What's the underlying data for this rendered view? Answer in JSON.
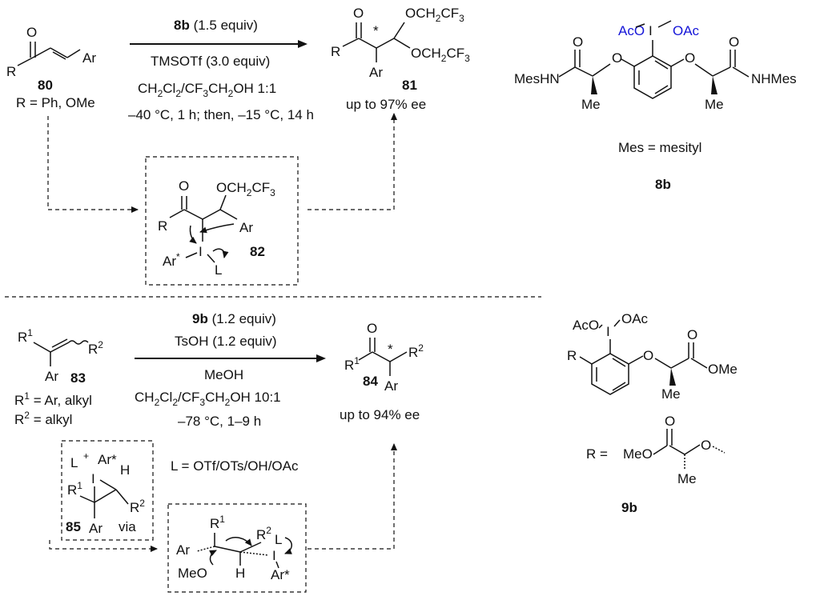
{
  "scheme1": {
    "substrate": {
      "carbonyl_o": "O",
      "r": "R",
      "ar": "Ar",
      "number": "80",
      "r_def": "R = Ph, OMe"
    },
    "conditions": {
      "catalyst_id": "8b",
      "catalyst_amount": " (1.5 equiv)",
      "additive": "TMSOTf (3.0 equiv)",
      "solvent": "CH2Cl2/CF3CH2OH 1:1",
      "temp": "–40 °C, 1 h; then, –15 °C, 14 h"
    },
    "product": {
      "o": "O",
      "r": "R",
      "ar": "Ar",
      "star": "*",
      "acetal": "OCH2CF3",
      "number": "81",
      "ee": "up to 97% ee"
    },
    "intermediate": {
      "o": "O",
      "r": "R",
      "acetal": "OCH2CF3",
      "ar": "Ar",
      "ar_star": "Ar",
      "iodine": "I",
      "l": "L",
      "number": "82"
    },
    "reagent": {
      "ac_left": "AcO",
      "iodine": "I",
      "ac_right": "OAc",
      "left_amide": "MesHN",
      "right_amide": "NHMes",
      "o": "O",
      "me": "Me",
      "def": "Mes = mesityl",
      "number": "8b"
    }
  },
  "scheme2": {
    "substrate": {
      "r1": "R",
      "r2": "R",
      "ar": "Ar",
      "number": "83",
      "r1_def": "R1 = Ar, alkyl",
      "r2_def": "R2 = alkyl"
    },
    "conditions": {
      "catalyst_id": "9b",
      "catalyst_amount": " (1.2 equiv)",
      "additive": "TsOH (1.2 equiv)",
      "solvent_a": "MeOH",
      "solvent_b": "CH2Cl2/CF3CH2OH 10:1",
      "temp": "–78 °C, 1–9 h",
      "l_def": "L = OTf/OTs/OH/OAc"
    },
    "product": {
      "o": "O",
      "r1": "R",
      "r2": "R",
      "star": "*",
      "ar": "Ar",
      "number": "84",
      "ee": "up to 94% ee"
    },
    "iodonium": {
      "l": "L",
      "plus": "+",
      "iodine": "I",
      "ar_star": "Ar*",
      "h": "H",
      "r1": "R",
      "r2": "R",
      "ar": "Ar",
      "number": "85",
      "via": "via"
    },
    "ts": {
      "r1": "R",
      "r2": "R",
      "ar": "Ar",
      "meo": "MeO",
      "iodine": "I",
      "l": "L",
      "h": "H",
      "ar_star": "Ar*"
    },
    "reagent": {
      "ac_left": "AcO",
      "iodine": "I",
      "ac_right": "OAc",
      "r": "R",
      "o": "O",
      "ome": "OMe",
      "me": "Me",
      "r_eq": "R = ",
      "meo": "MeO",
      "number": "9b"
    }
  }
}
